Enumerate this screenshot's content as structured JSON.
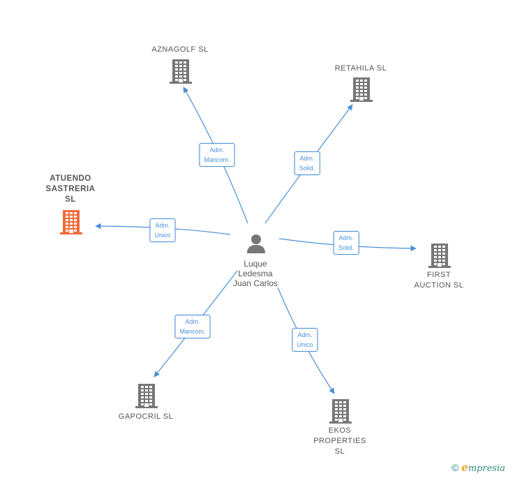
{
  "center": {
    "name": "Luque\nLedesma\nJuan Carlos",
    "icon": "person-icon",
    "color": "#777777"
  },
  "companies": [
    {
      "id": "aznagolf",
      "name": "AZNAGOLF  SL",
      "role": "Adm.\nMancom.",
      "highlight": false
    },
    {
      "id": "retahila",
      "name": "RETAHILA  SL",
      "role": "Adm.\nSolid.",
      "highlight": false
    },
    {
      "id": "atuendo",
      "name": "ATUENDO\nSASTRERIA\nSL",
      "role": "Adm.\nUnico",
      "highlight": true
    },
    {
      "id": "first-auction",
      "name": "FIRST\nAUCTION SL",
      "role": "Adm.\nSolid.",
      "highlight": false
    },
    {
      "id": "gapocril",
      "name": "GAPOCRIL  SL",
      "role": "Adm.\nMancom.",
      "highlight": false
    },
    {
      "id": "ekos",
      "name": "EKOS\nPROPERTIES\nSL",
      "role": "Adm.\nUnico",
      "highlight": false
    }
  ],
  "colors": {
    "edge": "#4a90d9",
    "building": "#777777",
    "building_highlight": "#f26b3a"
  },
  "footer": {
    "copyright": "©",
    "brand_initial": "e",
    "brand_rest": "mpresia"
  }
}
